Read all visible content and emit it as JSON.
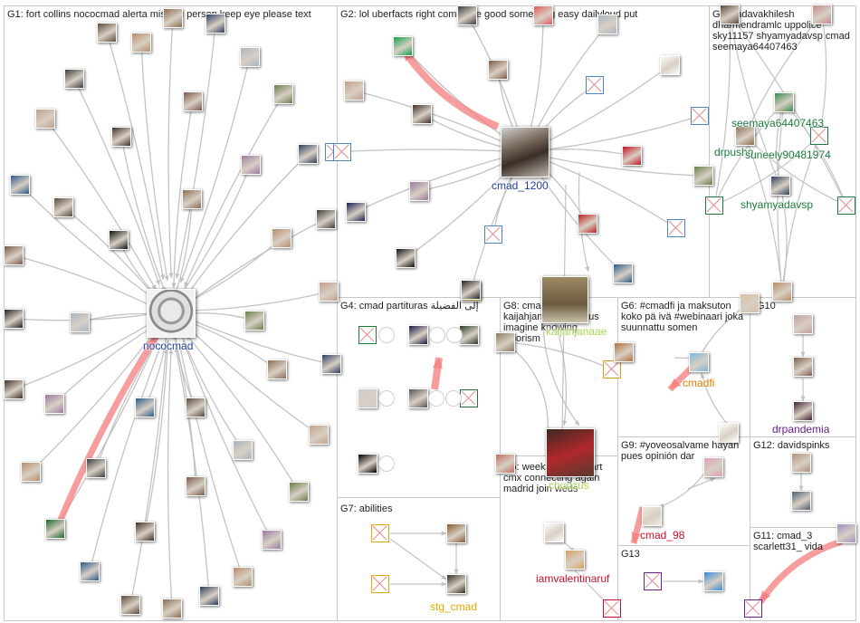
{
  "groups": [
    {
      "id": "G1",
      "label": "G1: fort collins nococmad alerta missing person keep eye please text"
    },
    {
      "id": "G2",
      "label": "G2: lol uberfacts right come one good something easy dailyloud put"
    },
    {
      "id": "G3",
      "label": "G3: yadavakhilesh dharmendramlc uppolice sky11157 shyamyadavsp cmad seemaya64407463"
    },
    {
      "id": "G4",
      "label": "G4: cmad partituras إلى الفضيلة"
    },
    {
      "id": "G8",
      "label": "G8: cmad_1200 kaijahjanaae chuuzus imagine knowing colorism"
    },
    {
      "id": "G6",
      "label": "G6: #cmadfi ja maksuton koko pä ivä #webinaari joka suunnattu somen"
    },
    {
      "id": "G10",
      "label": "G10"
    },
    {
      "id": "G9",
      "label": "G9: #yoveosalvame hayan pues opinión dar"
    },
    {
      "id": "G12",
      "label": "G12: davidspinks"
    },
    {
      "id": "G5",
      "label": "G5: week go until start cmx connecting again madrid join weds"
    },
    {
      "id": "G7",
      "label": "G7: abilities"
    },
    {
      "id": "G11",
      "label": "G11: cmad_3 scarlett31_ vida"
    },
    {
      "id": "G13",
      "label": "G13"
    }
  ],
  "labels": {
    "nococmad": "nococmad",
    "cmad_1200": "cmad_1200",
    "seemaya": "seemaya64407463",
    "drpushp": "drpushp",
    "suneely": "suneely90481974",
    "shyamyadavsp": "shyamyadavsp",
    "kaijah": "kaijahjanaae",
    "chuuzus": "chuuzus",
    "cmadfi": "cmadfi",
    "drpandemia": "drpandemia",
    "cmad_98": "cmad_98",
    "iamvalentinaruf": "iamvalentinaruf",
    "stg_cmad": "stg_cmad"
  },
  "colors": {
    "edge": "#bdbdbd",
    "highlight_edge": "#f47c7c",
    "label_blue": "#1f3f9a",
    "label_green": "#1d7a3e",
    "label_orange": "#e87a00",
    "label_purple": "#6a1f8a",
    "label_red": "#c8102e",
    "label_lime": "#9acd32",
    "label_gold": "#e0a800"
  },
  "icons": [
    "avatar-icon",
    "missing-image-icon"
  ]
}
